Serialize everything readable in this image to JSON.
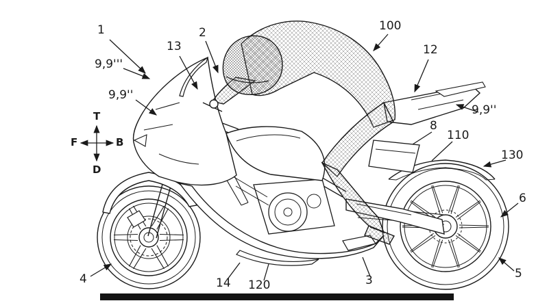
{
  "figure": {
    "kind": "patent-style technical line drawing",
    "subject": "sport motorcycle with crouched rider, left side view, on ground line",
    "axis": {
      "top": "T",
      "bottom": "D",
      "front": "F",
      "back": "B"
    },
    "labels": {
      "n1": "1",
      "n2": "2",
      "n3": "3",
      "n4": "4",
      "n5": "5",
      "n6": "6",
      "n8": "8",
      "n12": "12",
      "n13": "13",
      "n14": "14",
      "n100": "100",
      "n110": "110",
      "n120": "120",
      "n130": "130",
      "n99ppp": "9,9'''",
      "n99pp_front": "9,9''",
      "n99pp_rear": "9,9''"
    },
    "ink_color": "#1a1a1a"
  }
}
